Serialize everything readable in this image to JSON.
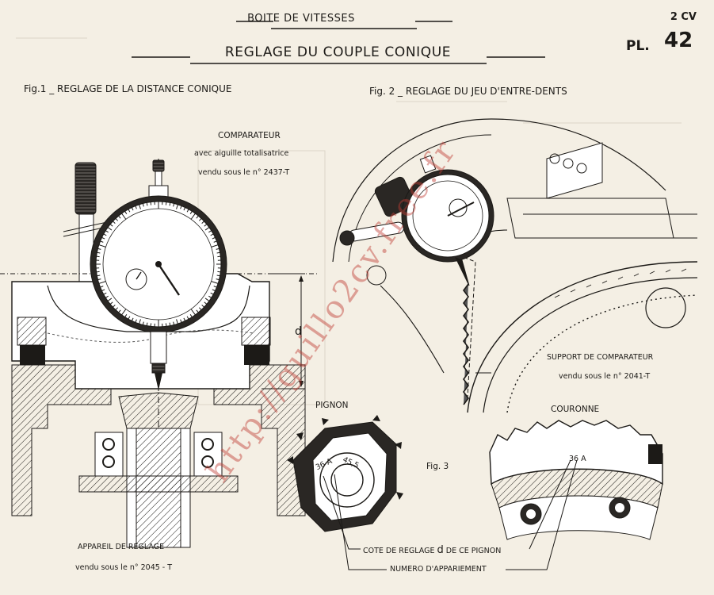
{
  "header": {
    "section": "BOITE DE VITESSES",
    "title": "REGLAGE DU COUPLE CONIQUE",
    "vehicle": "2 CV",
    "plate_label": "PL.",
    "plate_number": "42"
  },
  "figures": {
    "fig1_title": "Fig.1 _ REGLAGE DE LA DISTANCE CONIQUE",
    "fig2_title": "Fig. 2 _ REGLAGE DU JEU D'ENTRE-DENTS",
    "fig3_title": "Fig. 3"
  },
  "labels": {
    "comparateur": "COMPARATEUR",
    "comparateur_desc": "avec aiguille totalisatrice",
    "comparateur_ref": "vendu sous le n° 2437-T",
    "dimension_d": "d",
    "support": "SUPPORT DE COMPARATEUR",
    "support_ref": "vendu sous le n° 2041-T",
    "pignon": "PIGNON",
    "couronne": "COURONNE",
    "appareil": "APPAREIL DE REGLAGE",
    "appareil_ref": "vendu sous le n° 2045 - T",
    "pignon_mark_a": "36 A",
    "pignon_mark_b": "45,5",
    "couronne_mark": "36 A",
    "cote": "COTE DE REGLAGE",
    "cote_d": "d",
    "cote_suffix": "DE CE PIGNON",
    "numero": "NUMERO D'APPARIEMENT"
  },
  "watermark": "http://guillo2cv.free.fr",
  "colors": {
    "paper": "#f4efe4",
    "ink": "#1c1a17",
    "watermark": "#be3c32"
  }
}
